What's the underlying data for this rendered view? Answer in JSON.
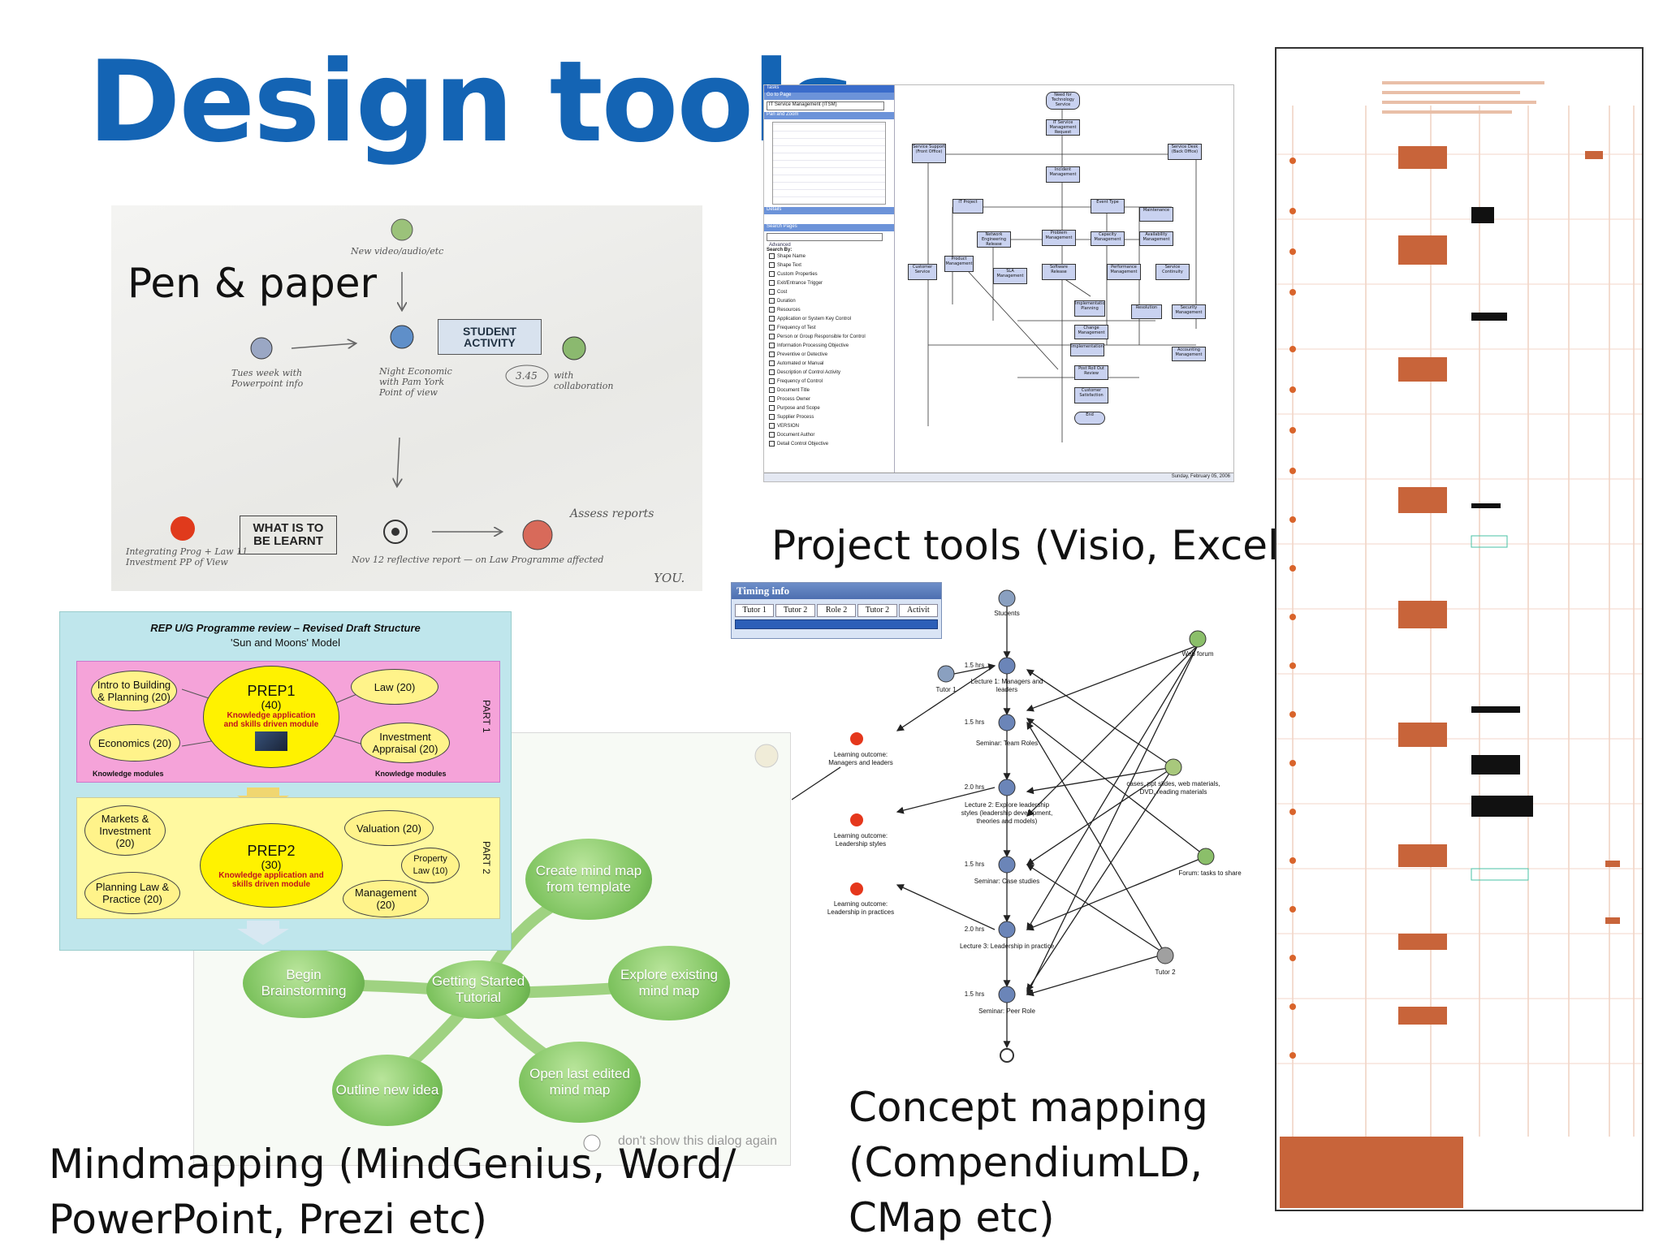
{
  "slide": {
    "title": "Design tools",
    "captions": {
      "pen_paper": "Pen & paper",
      "project_tools": "Project tools (Visio, Excel)",
      "mindmapping_line1": "Mindmapping (MindGenius, Word/",
      "mindmapping_line2": "PowerPoint, Prezi etc)",
      "concept_line1": "Concept mapping",
      "concept_line2": "(CompendiumLD,",
      "concept_line3": "CMap etc)"
    }
  },
  "pen_paper_sketch": {
    "student_activity": "STUDENT ACTIVITY",
    "what_to_learn": "WHAT IS TO BE LEARNT",
    "note_top": "New video/audio/etc",
    "note_left": "Tues week with Powerpoint info",
    "note_mid": "Night Economic with Pam York Point of view",
    "note_time": "3.45",
    "note_right": "with collaboration",
    "note_assess": "Assess reports",
    "note_bottom_left": "Integrating Prog + Law 11 Investment PP of View",
    "note_bottom": "Nov 12 reflective report — on Law Programme affected",
    "note_you": "YOU."
  },
  "visio": {
    "panel_title": "Pan and Zoom",
    "go_to_page": "Go to Page",
    "page_value": "IT Service Management (ITSM)",
    "details": "Details",
    "search_pages": "Search Pages",
    "advanced": "Advanced",
    "search_by": "Search By:",
    "search_fields": [
      "Shape Name",
      "Shape Text",
      "Custom Properties",
      "Exit/Entrance Trigger",
      "Cost",
      "Duration",
      "Resources",
      "Application or System Key Control",
      "Frequency of Test",
      "Person or Group Responsible for Control",
      "Information Processing Objective",
      "Preventive or Detective",
      "Automated or Manual",
      "Description of Control Activity",
      "Frequency of Control",
      "Document Title",
      "Process Owner",
      "Purpose and Scope",
      "Supplier Process",
      "VERSION",
      "Document Author",
      "Detail Control Objective"
    ],
    "status_date": "Sunday, February 05, 2006",
    "boxes": [
      "Need for Technology Service",
      "IT Service Management Request",
      "Service Support (Front Office)",
      "Incident Management",
      "Service Desk (Back Office)",
      "Event Type",
      "Maintenance",
      "IT Project",
      "Network Engineering Release",
      "Problem Management",
      "Capacity Management",
      "Availability Management",
      "Customer Service",
      "Product Management",
      "SLA Management",
      "Software Release",
      "Performance Management",
      "Service Continuity",
      "Implementation Planning",
      "Resolution",
      "Security Management",
      "Change Management",
      "Implementation",
      "Accounting Management",
      "Post Roll Out Review",
      "Customer Satisfaction",
      "End"
    ]
  },
  "timing_info": {
    "title": "Timing info",
    "columns": [
      "Tutor 1",
      "Tutor 2",
      "Role 2",
      "Tutor 2",
      "Activit"
    ]
  },
  "concept_map": {
    "nodes": [
      "Students",
      "Tutor 1",
      "Lecture 1: Managers and leaders",
      "Seminar: Team Roles",
      "Lecture 2: Explore leadership styles (leadership development, theories and models)",
      "Seminar: Case studies",
      "Lecture 3: Leadership in practice",
      "Seminar: Peer Role",
      "Learning outcome: Managers and leaders",
      "Learning outcome: Leadership styles",
      "Learning outcome: Leadership in practices",
      "Web forum",
      "cases, ppt slides, web materials, DVD, reading materials",
      "Forum: tasks to share",
      "Tutor 2"
    ],
    "durations": [
      "1.5 hrs",
      "1.5 hrs",
      "2.0 hrs",
      "1.5 hrs",
      "2.0 hrs",
      "1.5 hrs"
    ]
  },
  "mindmap_sun_moons": {
    "title": "REP U/G Programme review – Revised Draft Structure",
    "subtitle": "'Sun and Moons' Model",
    "part1": "PART 1",
    "part2": "PART 2",
    "prep1": {
      "name": "PREP1",
      "credits": "(40)",
      "desc": "Knowledge application and skills driven module"
    },
    "prep2": {
      "name": "PREP2",
      "credits": "(30)",
      "desc": "Knowledge application and skills driven module"
    },
    "part1_modules": [
      "Intro to Building & Planning (20)",
      "Law (20)",
      "Economics (20)",
      "Investment Appraisal (20)"
    ],
    "part2_modules": [
      "Markets & Investment (20)",
      "Valuation (20)",
      "Property Law (10)",
      "Planning Law & Practice (20)",
      "Management (20)"
    ],
    "knowledge_label": "Knowledge modules"
  },
  "mindgenius": {
    "center": "Getting Started Tutorial",
    "options": [
      "Create mind map from template",
      "Begin Brainstorming",
      "Explore existing mind map",
      "Outline new idea",
      "Open last edited mind map"
    ],
    "checkbox": "don't show this dialog again"
  },
  "colors": {
    "title_blue": "#1464b4",
    "pink_panel": "#f5a3d9",
    "yellow_panel": "#fff9a0",
    "cyan_bg": "#bfe6ec",
    "mindmap_green": "#79c05a",
    "timeline_orange": "#c8643a"
  }
}
